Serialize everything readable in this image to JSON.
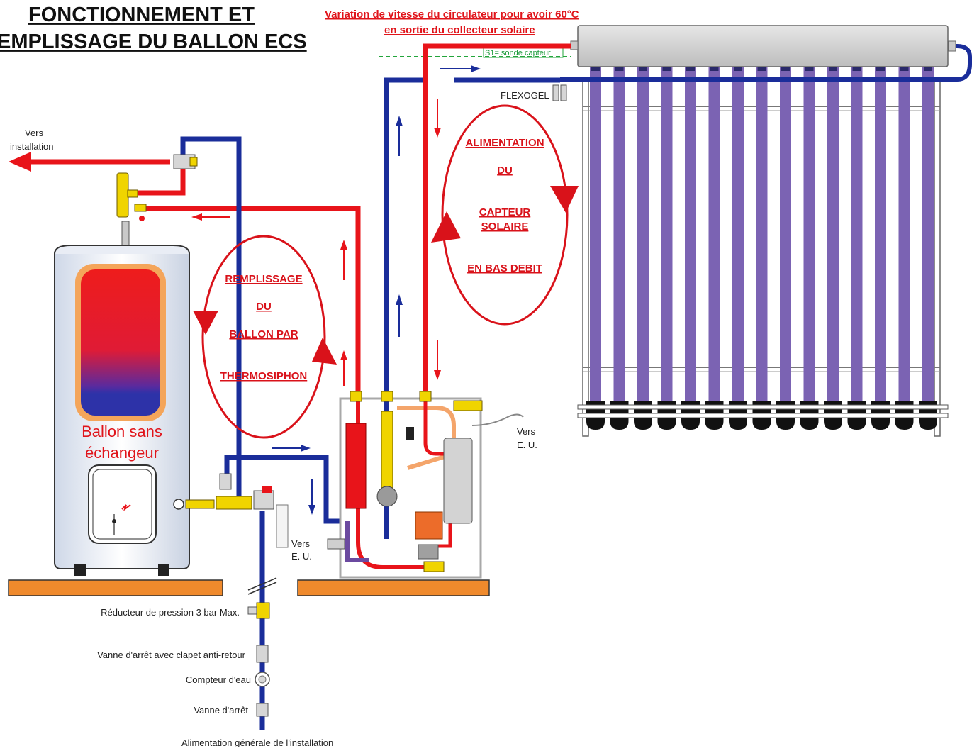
{
  "header": {
    "title_line1": "FONCTIONNEMENT ET",
    "title_line2": "EMPLISSAGE DU BALLON ECS",
    "subtitle_line1": "Variation de vitesse du circulateur pour avoir 60°C",
    "subtitle_line2": "en sortie du collecteur solaire"
  },
  "labels": {
    "sensor": "S1= sonde capteur",
    "flexogel": "FLEXOGEL",
    "vers_installation_1": "Vers",
    "vers_installation_2": "installation",
    "vers_eu_right_1": "Vers",
    "vers_eu_right_2": "E. U.",
    "vers_eu_bottom_1": "Vers",
    "vers_eu_bottom_2": "E. U.",
    "tank_1": "Ballon sans",
    "tank_2": "échangeur"
  },
  "left_loop": [
    "REMPLISSAGE",
    "DU",
    "BALLON PAR",
    "THERMOSIPHON"
  ],
  "right_loop": [
    "ALIMENTATION",
    "DU",
    "CAPTEUR",
    "SOLAIRE",
    "EN BAS DEBIT"
  ],
  "supply_chain": {
    "reducer": "Réducteur de pression 3 bar Max.",
    "check_valve": "Vanne d'arrêt avec clapet anti-retour",
    "meter": "Compteur d'eau",
    "stop_valve": "Vanne d'arrêt",
    "supply": "Alimentation générale de l'installation"
  },
  "colors": {
    "hot": "#e8141a",
    "cold": "#1a2d9a",
    "tube": "#7b63b3",
    "base": "#f08a2c",
    "green": "#22a53b"
  }
}
